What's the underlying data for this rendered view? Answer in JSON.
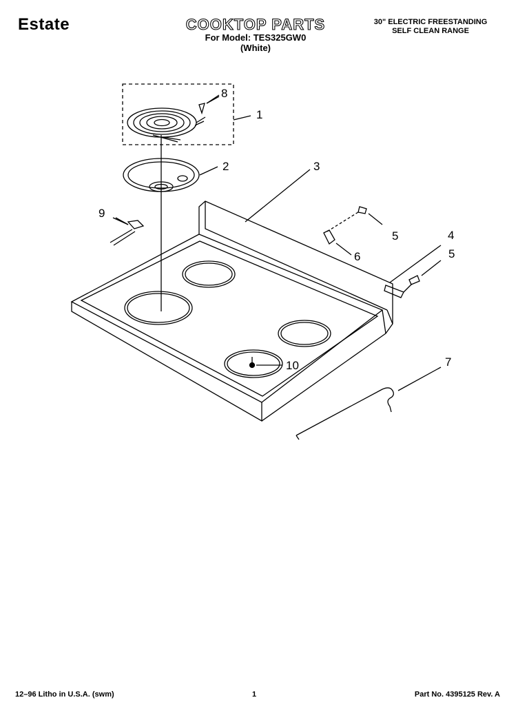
{
  "header": {
    "brand": "Estate",
    "title": "COOKTOP PARTS",
    "model_line": "For Model: TES325GW0",
    "color_line": "(White)",
    "type_line1": "30\" ELECTRIC FREESTANDING",
    "type_line2": "SELF CLEAN RANGE"
  },
  "callouts": [
    "1",
    "2",
    "3",
    "4",
    "5",
    "5",
    "6",
    "7",
    "8",
    "9",
    "10"
  ],
  "footer": {
    "left": "12–96 Litho in U.S.A. (swm)",
    "page": "1",
    "part": "Part No. 4395125 Rev. A"
  }
}
